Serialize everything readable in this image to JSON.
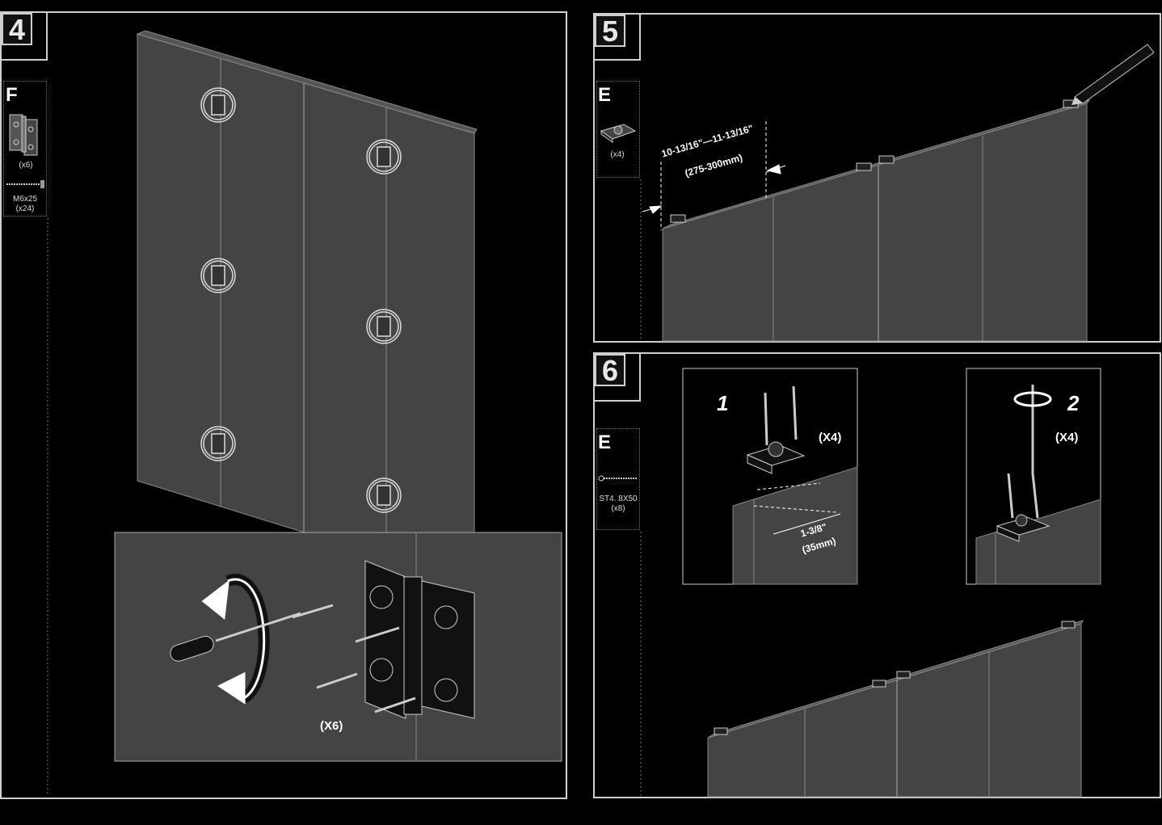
{
  "steps": [
    {
      "number": "4",
      "part_letter": "F",
      "parts": [
        {
          "qty": "(x6)"
        },
        {
          "name": "M6x25",
          "qty": "(x24)"
        }
      ],
      "detail_qty": "(X6)"
    },
    {
      "number": "5",
      "part_letter": "E",
      "parts": [
        {
          "qty": "(x4)"
        }
      ],
      "dimension_imperial": "10-13/16\"—11-13/16\"",
      "dimension_metric": "(275-300mm)"
    },
    {
      "number": "6",
      "part_letter": "E",
      "parts": [
        {
          "name": "ST4. 8X50",
          "qty": "(x8)"
        }
      ],
      "substeps": [
        {
          "number": "1",
          "qty": "(X4)",
          "dimension_imperial": "1-3/8\"",
          "dimension_metric": "(35mm)"
        },
        {
          "number": "2",
          "qty": "(X4)"
        }
      ]
    }
  ],
  "colors": {
    "background": "#000000",
    "panel_fill": "#444444",
    "border": "#cfcfcf"
  },
  "icons": [
    "hinge-icon",
    "screw-icon",
    "bracket-icon",
    "screwdriver-icon",
    "pencil-icon",
    "rotate-arrow-icon"
  ]
}
